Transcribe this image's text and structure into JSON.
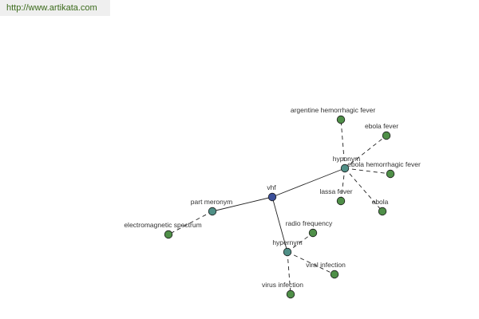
{
  "banner": {
    "url_text": "http://www.artikata.com"
  },
  "graph": {
    "colors": {
      "center": "#3b4f9a",
      "relation": "#4f8f86",
      "leaf": "#4f8f48",
      "stroke": "#1a1a1a",
      "edge": "#222222"
    },
    "nodes": [
      {
        "id": "vhf",
        "label": "vhf",
        "kind": "center"
      },
      {
        "id": "hyponym",
        "label": "hyponym",
        "kind": "relation"
      },
      {
        "id": "part_meronym",
        "label": "part meronym",
        "kind": "relation"
      },
      {
        "id": "hypernym",
        "label": "hypernym",
        "kind": "relation"
      },
      {
        "id": "argentine",
        "label": "argentine hemorrhagic fever",
        "kind": "leaf"
      },
      {
        "id": "ebola_fever",
        "label": "ebola fever",
        "kind": "leaf"
      },
      {
        "id": "ebola_hemorrhagic",
        "label": "ebola hemorrhagic fever",
        "kind": "leaf"
      },
      {
        "id": "lassa",
        "label": "lassa fever",
        "kind": "leaf"
      },
      {
        "id": "ebola",
        "label": "ebola",
        "kind": "leaf"
      },
      {
        "id": "electromagnetic",
        "label": "electromagnetic spectrum",
        "kind": "leaf"
      },
      {
        "id": "radio",
        "label": "radio frequency",
        "kind": "leaf"
      },
      {
        "id": "viral",
        "label": "viral infection",
        "kind": "leaf"
      },
      {
        "id": "virus",
        "label": "virus infection",
        "kind": "leaf"
      }
    ],
    "edges": [
      {
        "from": "vhf",
        "to": "hyponym",
        "style": "solid"
      },
      {
        "from": "vhf",
        "to": "part_meronym",
        "style": "solid"
      },
      {
        "from": "vhf",
        "to": "hypernym",
        "style": "solid"
      },
      {
        "from": "hyponym",
        "to": "argentine",
        "style": "dashed"
      },
      {
        "from": "hyponym",
        "to": "ebola_fever",
        "style": "dashed"
      },
      {
        "from": "hyponym",
        "to": "ebola_hemorrhagic",
        "style": "dashed"
      },
      {
        "from": "hyponym",
        "to": "lassa",
        "style": "dashed"
      },
      {
        "from": "hyponym",
        "to": "ebola",
        "style": "dashed"
      },
      {
        "from": "part_meronym",
        "to": "electromagnetic",
        "style": "dashed"
      },
      {
        "from": "hypernym",
        "to": "radio",
        "style": "dashed"
      },
      {
        "from": "hypernym",
        "to": "viral",
        "style": "dashed"
      },
      {
        "from": "hypernym",
        "to": "virus",
        "style": "dashed"
      }
    ]
  }
}
